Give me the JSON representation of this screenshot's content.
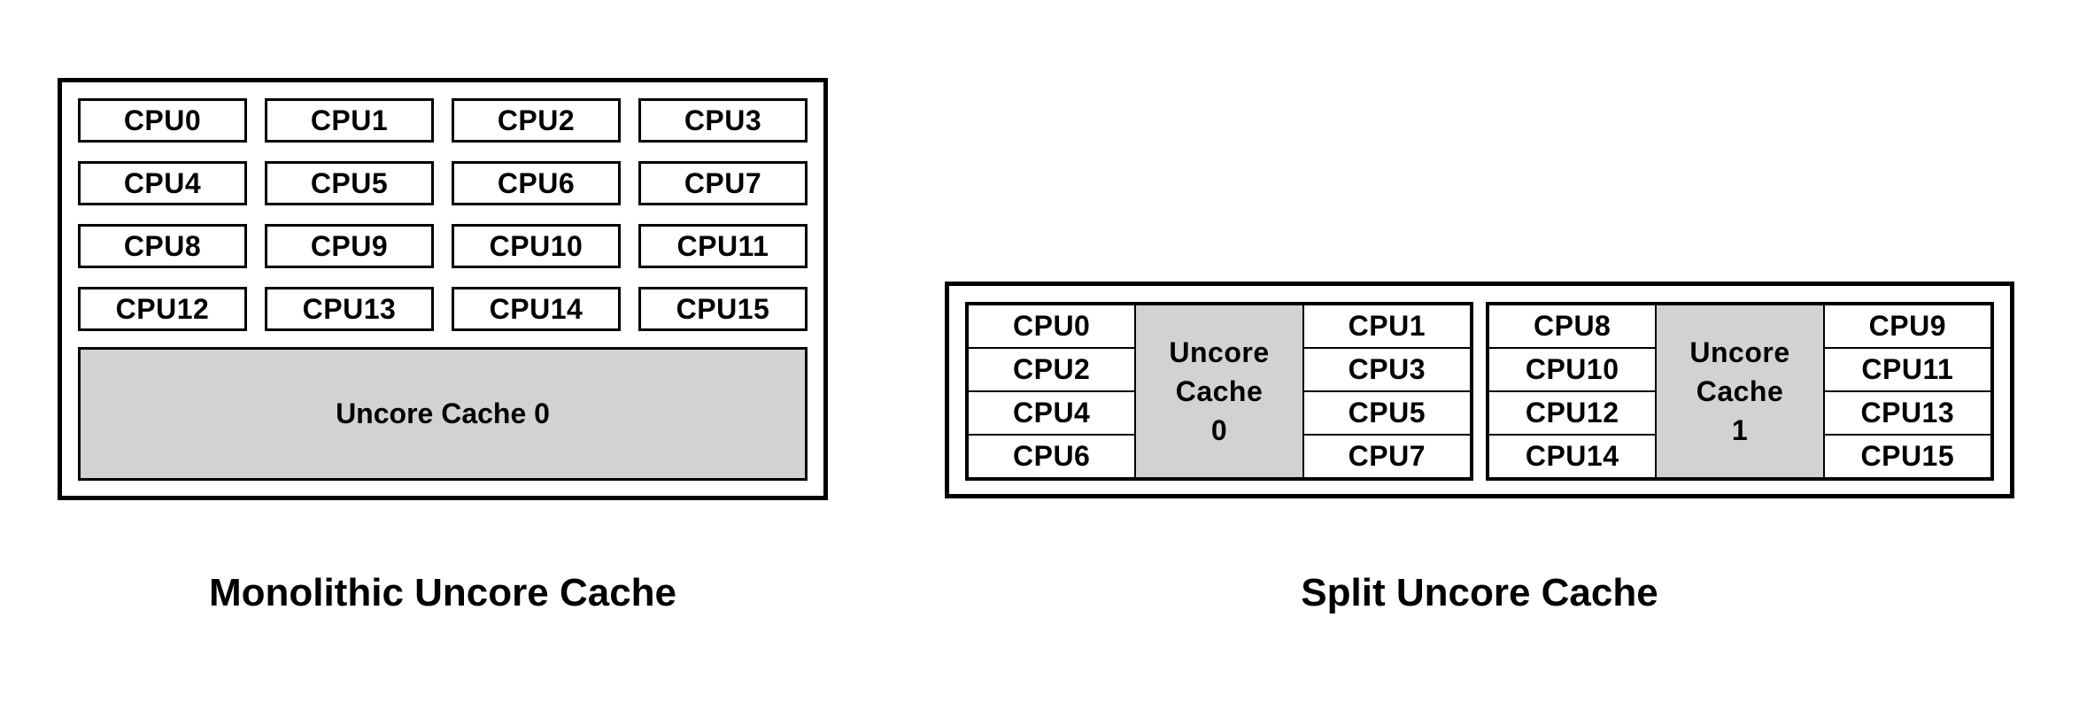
{
  "colors": {
    "background": "#ffffff",
    "border": "#000000",
    "text": "#000000",
    "cache_fill": "#d2d2d2"
  },
  "monolithic": {
    "caption": "Monolithic Uncore Cache",
    "cpus": [
      "CPU0",
      "CPU1",
      "CPU2",
      "CPU3",
      "CPU4",
      "CPU5",
      "CPU6",
      "CPU7",
      "CPU8",
      "CPU9",
      "CPU10",
      "CPU11",
      "CPU12",
      "CPU13",
      "CPU14",
      "CPU15"
    ],
    "cache_label": "Uncore Cache 0"
  },
  "split": {
    "caption": "Split Uncore Cache",
    "clusters": [
      {
        "left_cpus": [
          "CPU0",
          "CPU2",
          "CPU4",
          "CPU6"
        ],
        "cache_lines": [
          "Uncore",
          "Cache",
          "0"
        ],
        "right_cpus": [
          "CPU1",
          "CPU3",
          "CPU5",
          "CPU7"
        ]
      },
      {
        "left_cpus": [
          "CPU8",
          "CPU10",
          "CPU12",
          "CPU14"
        ],
        "cache_lines": [
          "Uncore",
          "Cache",
          "1"
        ],
        "right_cpus": [
          "CPU9",
          "CPU11",
          "CPU13",
          "CPU15"
        ]
      }
    ]
  }
}
